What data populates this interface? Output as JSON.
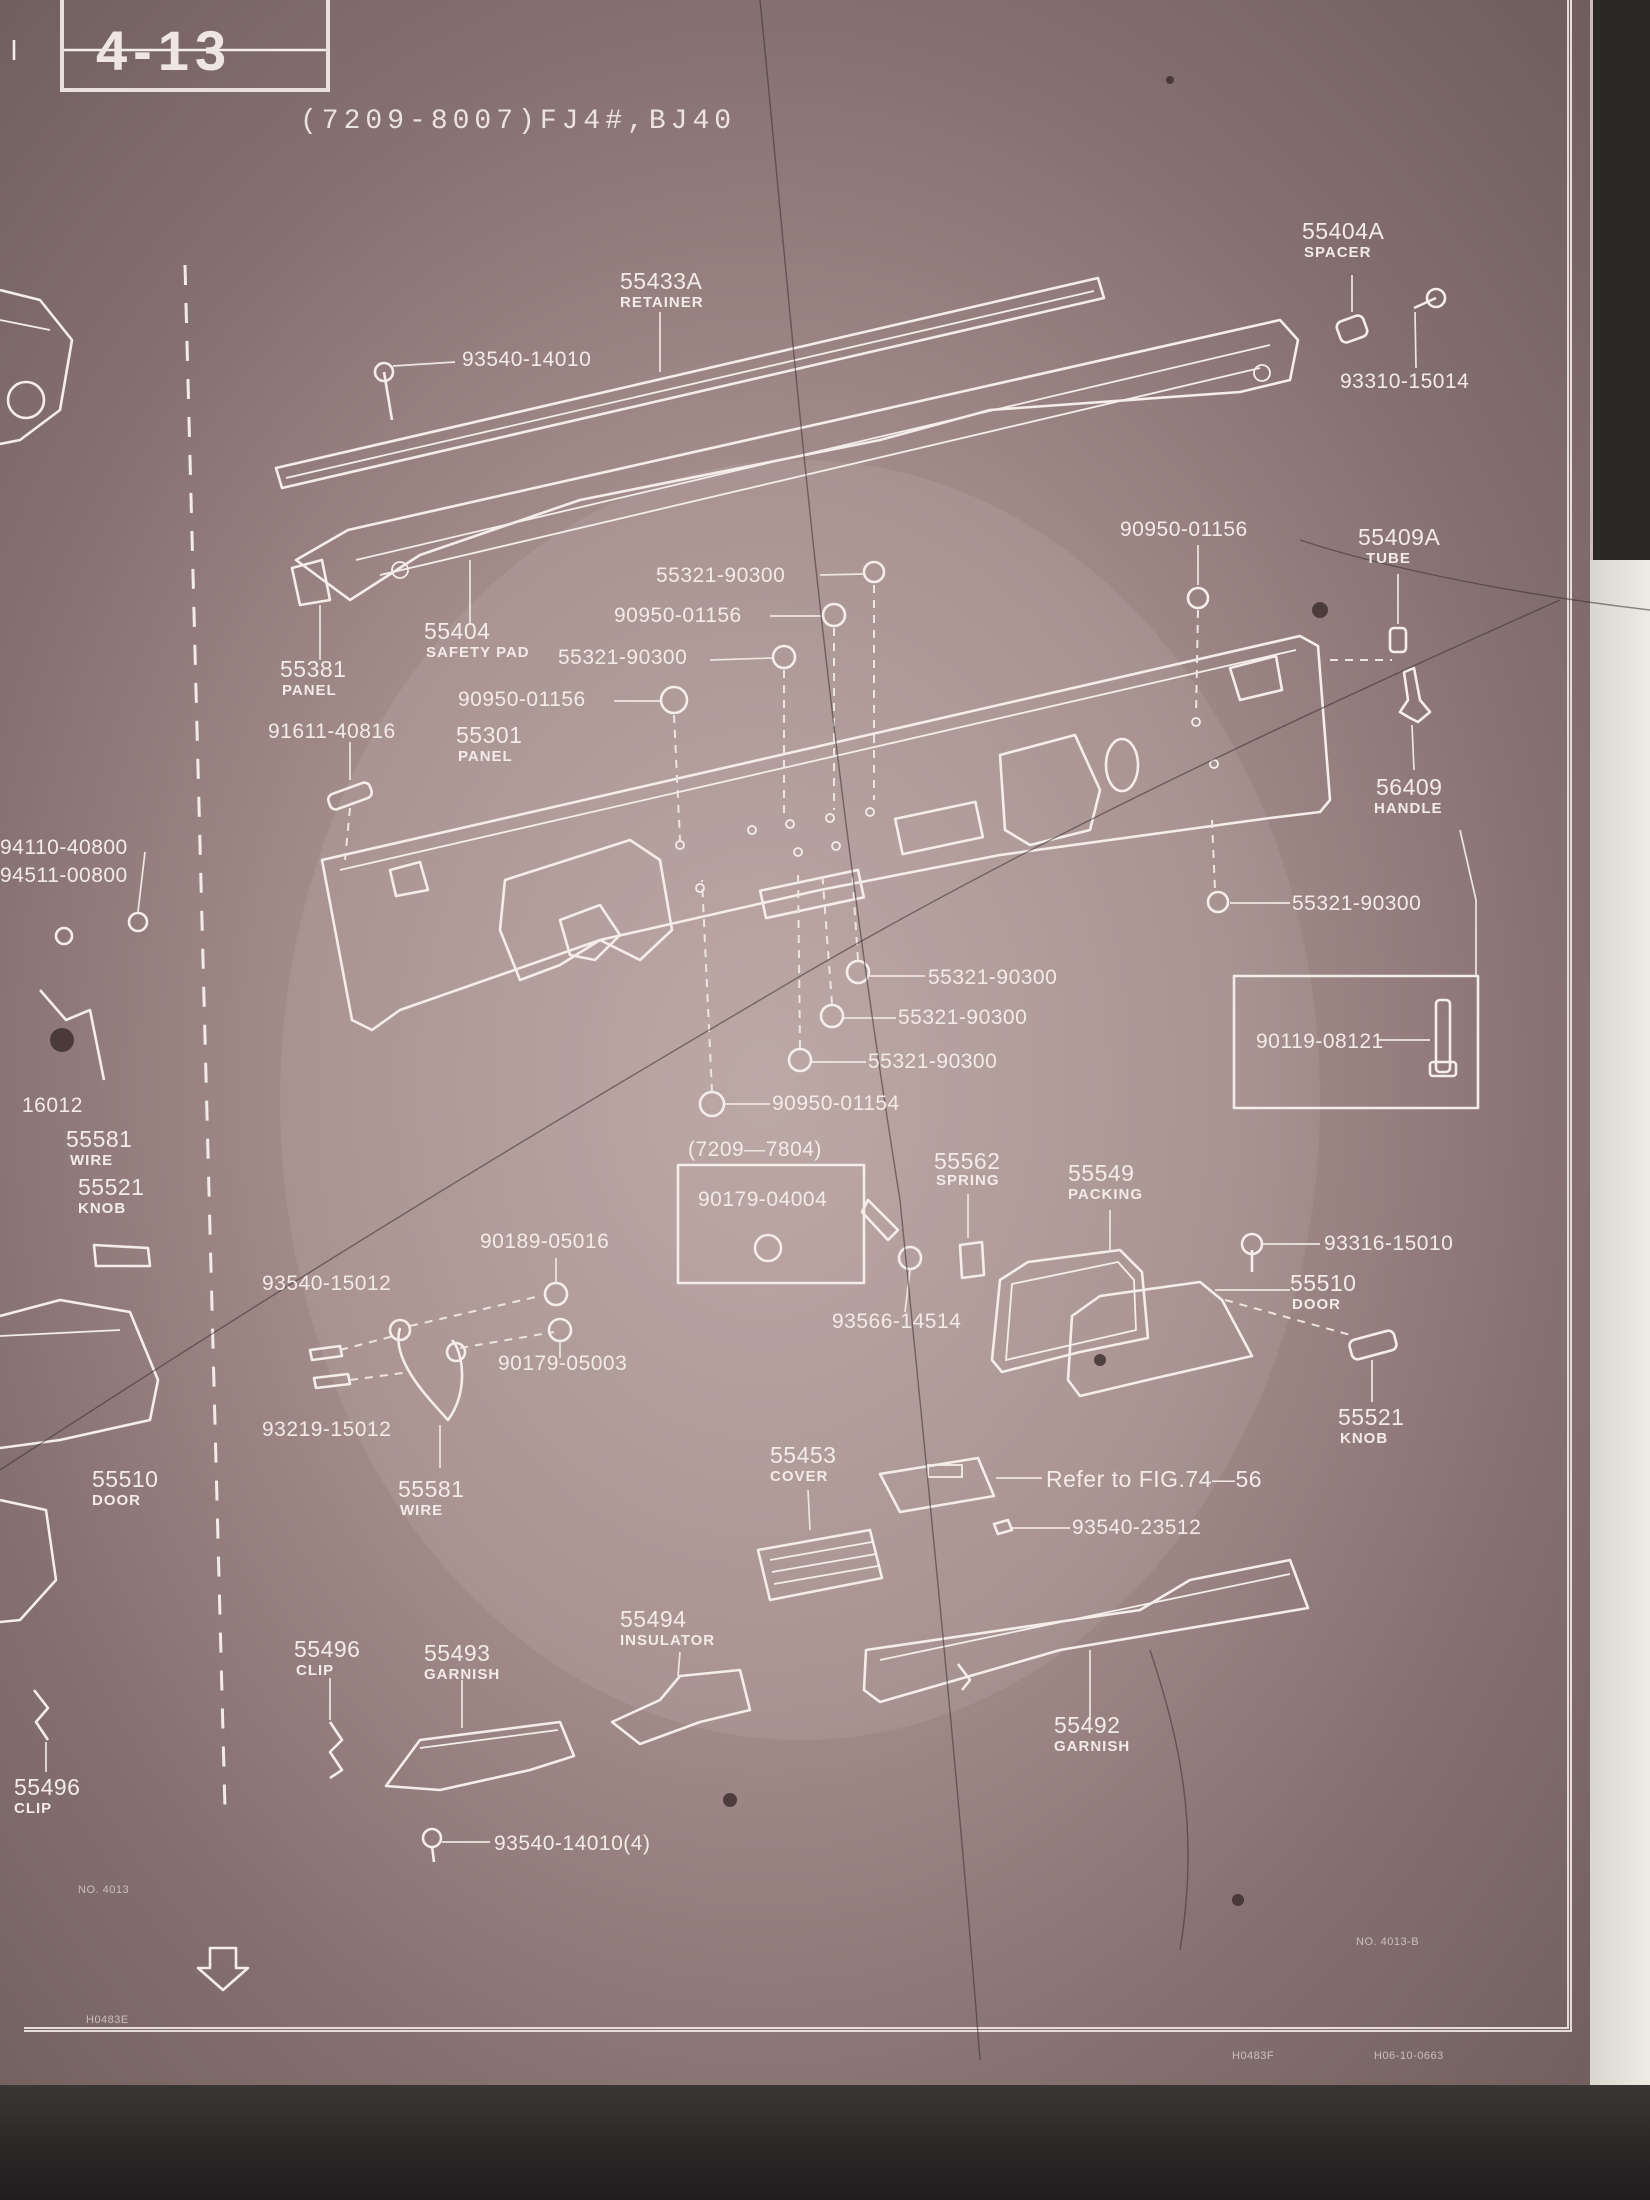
{
  "header": {
    "index_number": "4-13",
    "serial_range": "(7209-8007)FJ4#,BJ40"
  },
  "parts": {
    "p55433a": {
      "number": "55433A",
      "name": "RETAINER"
    },
    "p93540_14010": {
      "number": "93540-14010"
    },
    "p55404a": {
      "number": "55404A",
      "name": "SPACER"
    },
    "p93310_15014": {
      "number": "93310-15014"
    },
    "p55404": {
      "number": "55404",
      "name": "SAFETY PAD"
    },
    "p55381": {
      "number": "55381",
      "name": "PANEL"
    },
    "p55321_a": {
      "number": "55321-90300"
    },
    "p90950_a": {
      "number": "90950-01156"
    },
    "p55321_b": {
      "number": "55321-90300"
    },
    "p90950_b": {
      "number": "90950-01156"
    },
    "p91611": {
      "number": "91611-40816"
    },
    "p55301": {
      "number": "55301",
      "name": "PANEL"
    },
    "p90950_c": {
      "number": "90950-01156"
    },
    "p55409a": {
      "number": "55409A",
      "name": "TUBE"
    },
    "p56409": {
      "number": "56409",
      "name": "HANDLE"
    },
    "p55321_c": {
      "number": "55321-90300"
    },
    "p90119": {
      "number": "90119-08121"
    },
    "p55321_d": {
      "number": "55321-90300"
    },
    "p55321_e": {
      "number": "55321-90300"
    },
    "p55321_f": {
      "number": "55321-90300"
    },
    "p90950_d": {
      "number": "90950-01154"
    },
    "p_range_7804": {
      "number": "(7209—7804)"
    },
    "p90179_04004": {
      "number": "90179-04004"
    },
    "p55562": {
      "number": "55562",
      "name": "SPRING"
    },
    "p55549": {
      "number": "55549",
      "name": "PACKING"
    },
    "p93316": {
      "number": "93316-15010"
    },
    "p55510": {
      "number": "55510",
      "name": "DOOR"
    },
    "p93566": {
      "number": "93566-14514"
    },
    "p90189": {
      "number": "90189-05016"
    },
    "p93540_15012": {
      "number": "93540-15012"
    },
    "p90179_05003": {
      "number": "90179-05003"
    },
    "p93219": {
      "number": "93219-15012"
    },
    "p55581": {
      "number": "55581",
      "name": "WIRE"
    },
    "p55521": {
      "number": "55521",
      "name": "KNOB"
    },
    "p55453": {
      "number": "55453",
      "name": "COVER"
    },
    "p_refer": {
      "number": "Refer to FIG.74—56"
    },
    "p93540_23512": {
      "number": "93540-23512"
    },
    "p55494": {
      "number": "55494",
      "name": "INSULATOR"
    },
    "p55496": {
      "number": "55496",
      "name": "CLIP"
    },
    "p55493": {
      "number": "55493",
      "name": "GARNISH"
    },
    "p55492": {
      "number": "55492",
      "name": "GARNISH"
    },
    "p93540_14010_4": {
      "number": "93540-14010(4)"
    }
  },
  "left_fragment": {
    "l94110": {
      "number": "94110-40800"
    },
    "l94511": {
      "number": "94511-00800"
    },
    "l16012": {
      "number": "16012"
    },
    "l55581": {
      "number": "55581",
      "name": "WIRE"
    },
    "l55521": {
      "number": "55521",
      "name": "KNOB"
    },
    "l55510": {
      "number": "55510",
      "name": "DOOR"
    },
    "l55496": {
      "number": "55496",
      "name": "CLIP"
    }
  },
  "footer": {
    "code_left": "NO. 4013",
    "code_right": "NO. 4013-B",
    "code_bottom_left": "H0483E",
    "code_bottom_mid": "H0483F",
    "code_bottom_right": "H06-10-0663"
  }
}
